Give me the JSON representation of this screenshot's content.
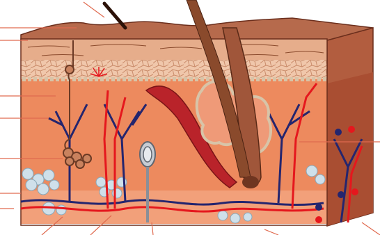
{
  "diagram": {
    "type": "skin cross-section",
    "labels": [],
    "leader_line_count": 14,
    "colors": {
      "epidermis_top": "#b66a4c",
      "epidermis": "#e6ad8b",
      "dermis": "#ed8a5e",
      "hypodermis": "#f2a07a",
      "fat": "#cfe0ea",
      "artery": "#e5171d",
      "vein": "#24256e",
      "hair": "#8a4a2c",
      "leader_line": "#e06a4f",
      "right_face": "#b25d3f"
    },
    "structures": [
      "hair-shaft",
      "hair-follicle",
      "sebaceous-gland",
      "arrector-pili-muscle",
      "sweat-gland",
      "sweat-pore",
      "pacinian-corpuscle",
      "nerve-ending",
      "artery",
      "vein",
      "capillary-network",
      "adipose-tissue"
    ]
  }
}
